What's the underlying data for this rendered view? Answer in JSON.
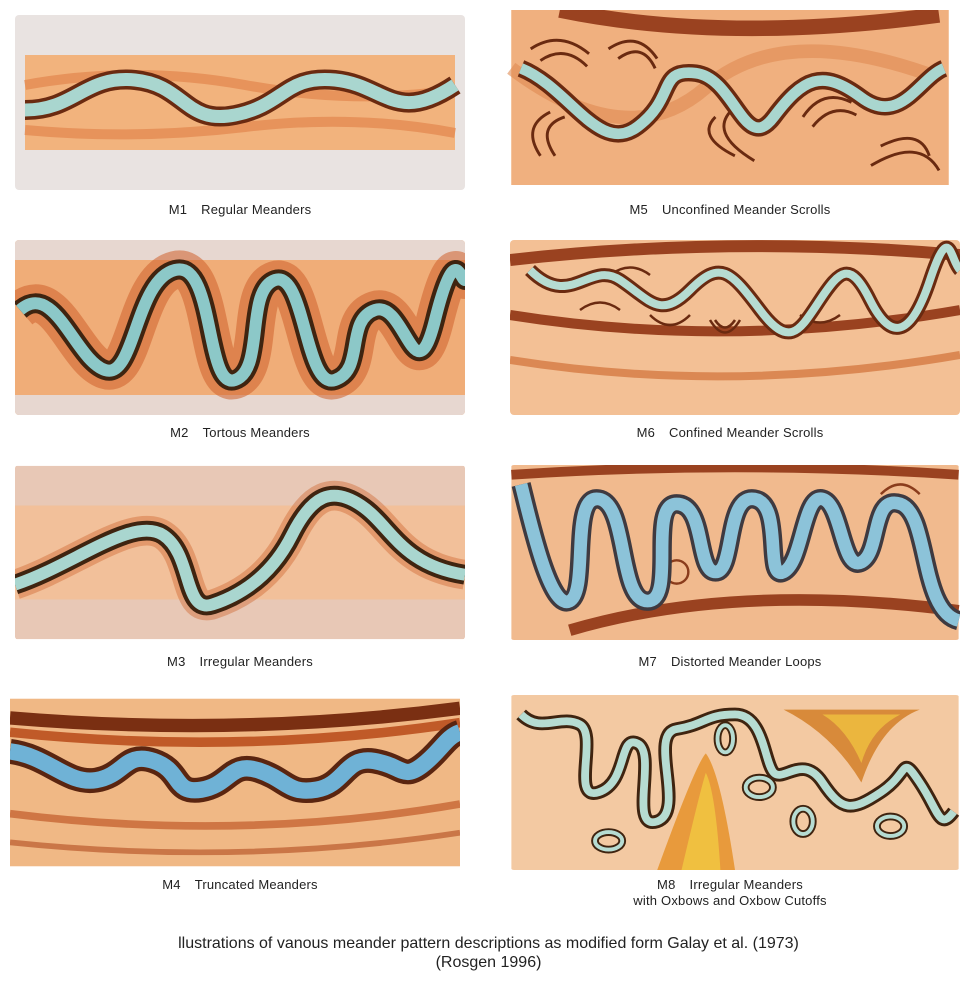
{
  "panels": [
    {
      "code": "M1",
      "name": "Regular Meanders"
    },
    {
      "code": "M5",
      "name": "Unconfined Meander Scrolls"
    },
    {
      "code": "M2",
      "name": "Tortous Meanders"
    },
    {
      "code": "M6",
      "name": "Confined Meander Scrolls"
    },
    {
      "code": "M3",
      "name": "Irregular Meanders"
    },
    {
      "code": "M7",
      "name": "Distorted Meander Loops"
    },
    {
      "code": "M4",
      "name": "Truncated Meanders"
    },
    {
      "code": "M8",
      "name": "Irregular Meanders",
      "name2": "with Oxbows and Oxbow Cutoffs"
    }
  ],
  "footer": {
    "line1": "llustrations of vanous meander pattern descriptions as modified form Galay et al. (1973)",
    "line2": "(Rosgen 1996)"
  },
  "colors": {
    "terrain": "#f0b07a",
    "terrain_dark": "#d9773f",
    "bank": "#8a3c1c",
    "water": "#a9d6cf",
    "water_blue": "#8cc3d9"
  }
}
